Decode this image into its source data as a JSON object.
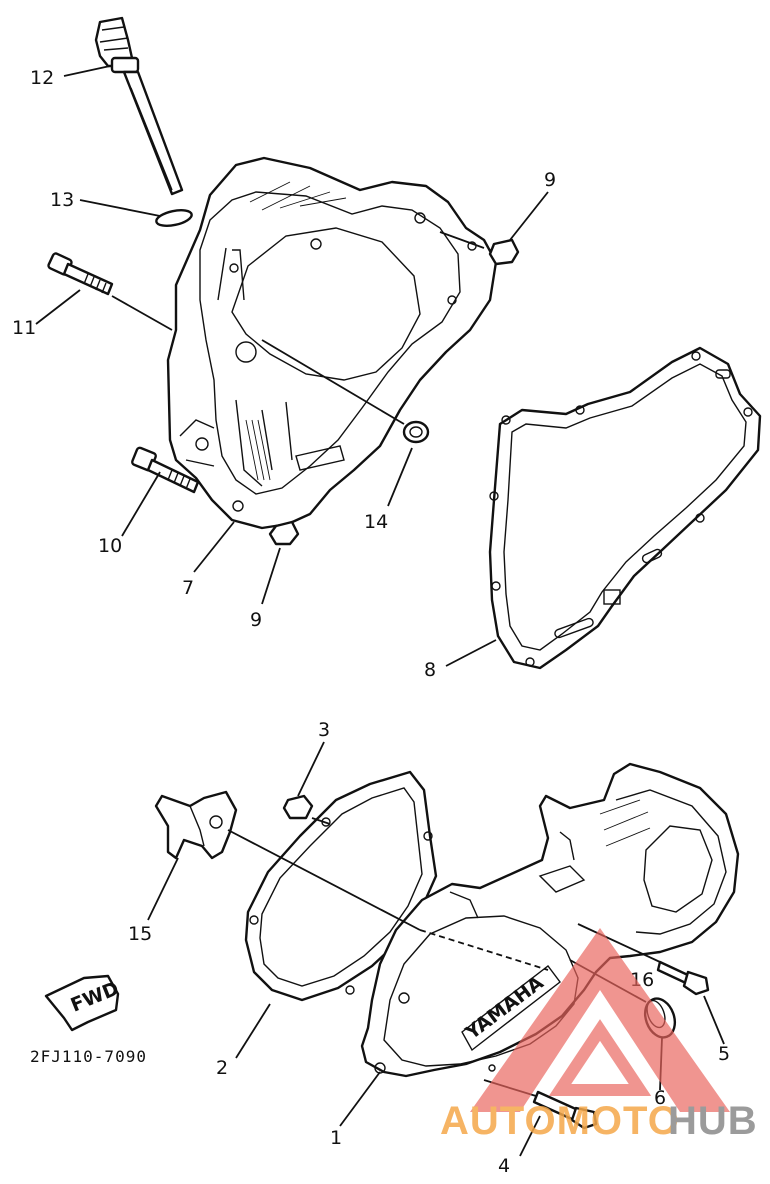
{
  "diagram_code": "2FJ110-7090",
  "fwd_label": "FWD",
  "cover_logo_text": "YAMAHA",
  "callouts": {
    "c1": "1",
    "c2": "2",
    "c3": "3",
    "c4": "4",
    "c5": "5",
    "c6": "6",
    "c7": "7",
    "c8": "8",
    "c9a": "9",
    "c9b": "9",
    "c10": "10",
    "c11": "11",
    "c12": "12",
    "c13": "13",
    "c14": "14",
    "c15": "15",
    "c16": "16"
  },
  "watermark": {
    "text_part1": "AUTOMOTO",
    "text_part2": "HUB",
    "color_primary": "#f5a84a",
    "color_secondary": "#8a8a8a",
    "triangle_color": "#e8645c"
  }
}
